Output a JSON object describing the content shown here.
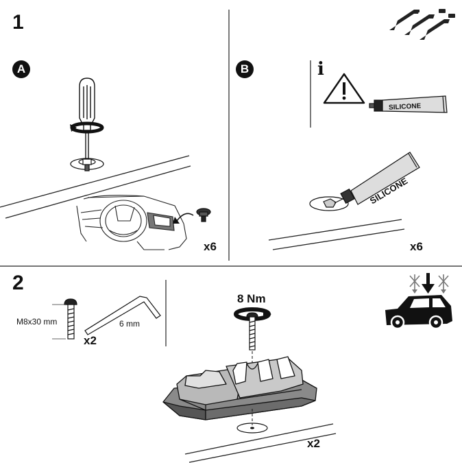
{
  "steps": {
    "step1": "1",
    "step2": "2"
  },
  "badges": {
    "a": "A",
    "b": "B"
  },
  "panel_a": {
    "quantity": "x6"
  },
  "panel_b": {
    "info_symbol": "i",
    "tube_label_small": "SILICONE",
    "tube_label_large": "SILICONE",
    "quantity": "x6"
  },
  "step2": {
    "bolt_size": "M8x30 mm",
    "bolt_quantity": "x2",
    "wrench_size": "6 mm",
    "torque": "8 Nm",
    "foot_quantity": "x2"
  },
  "icons": [
    "roof-bars-icon",
    "warning-icon",
    "screwdriver-icon",
    "info-icon",
    "car-icon",
    "arrow-down-icon",
    "cross-icon"
  ]
}
